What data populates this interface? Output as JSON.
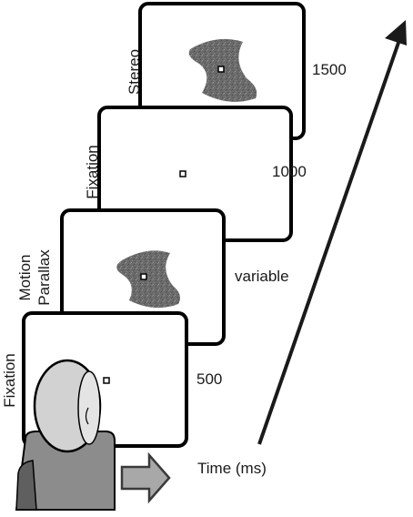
{
  "panels": [
    {
      "id": "fixation-1",
      "side_label": "Fixation",
      "duration": "500"
    },
    {
      "id": "motion-parallax",
      "side_label_line1": "Motion",
      "side_label_line2": "Parallax",
      "duration": "variable"
    },
    {
      "id": "fixation-2",
      "side_label": "Fixation",
      "duration": "1000"
    },
    {
      "id": "stereo",
      "side_label": "Stereo",
      "duration": "1500"
    }
  ],
  "time_axis_label": "Time (ms)",
  "icons": {
    "observer": "observer-head-icon",
    "direction": "right-arrow-icon",
    "fixation": "fixation-square-icon",
    "stimulus": "surface-stimulus-icon"
  },
  "colors": {
    "frame": "#000000",
    "stimulus": "#6b6b6b",
    "observer_head": "#d2d2d2",
    "observer_body": "#8c8c8c",
    "arrow_fill": "#a8a8a8"
  }
}
